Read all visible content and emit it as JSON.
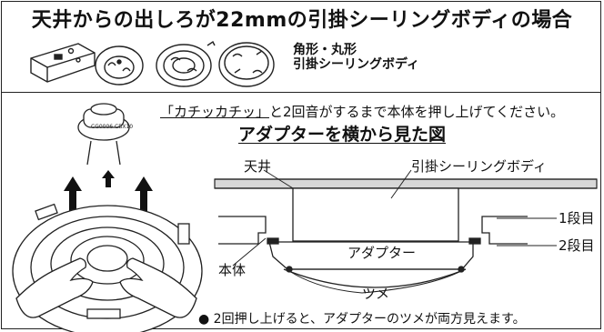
{
  "title": "天井からの出しろが22mmの引掛シーリングボディの場合",
  "types": {
    "line1": "角形・丸形",
    "line2": "引掛シーリングボディ"
  },
  "instruction": {
    "underlined": "「カチッカチッ」",
    "rest": "と2回音がするまで本体を押し上げてください。"
  },
  "side_view": {
    "title": "アダプターを横から見た図",
    "ceiling_label": "天井",
    "body_label": "引掛シーリングボディ",
    "adapter_label": "アダプター",
    "main_body_label": "本体",
    "step1_label": "1段目",
    "step2_label": "2段目",
    "claw_label": "ツメ"
  },
  "note": "● 2回押し上げると、アダプターのツメが両方見えます。"
}
